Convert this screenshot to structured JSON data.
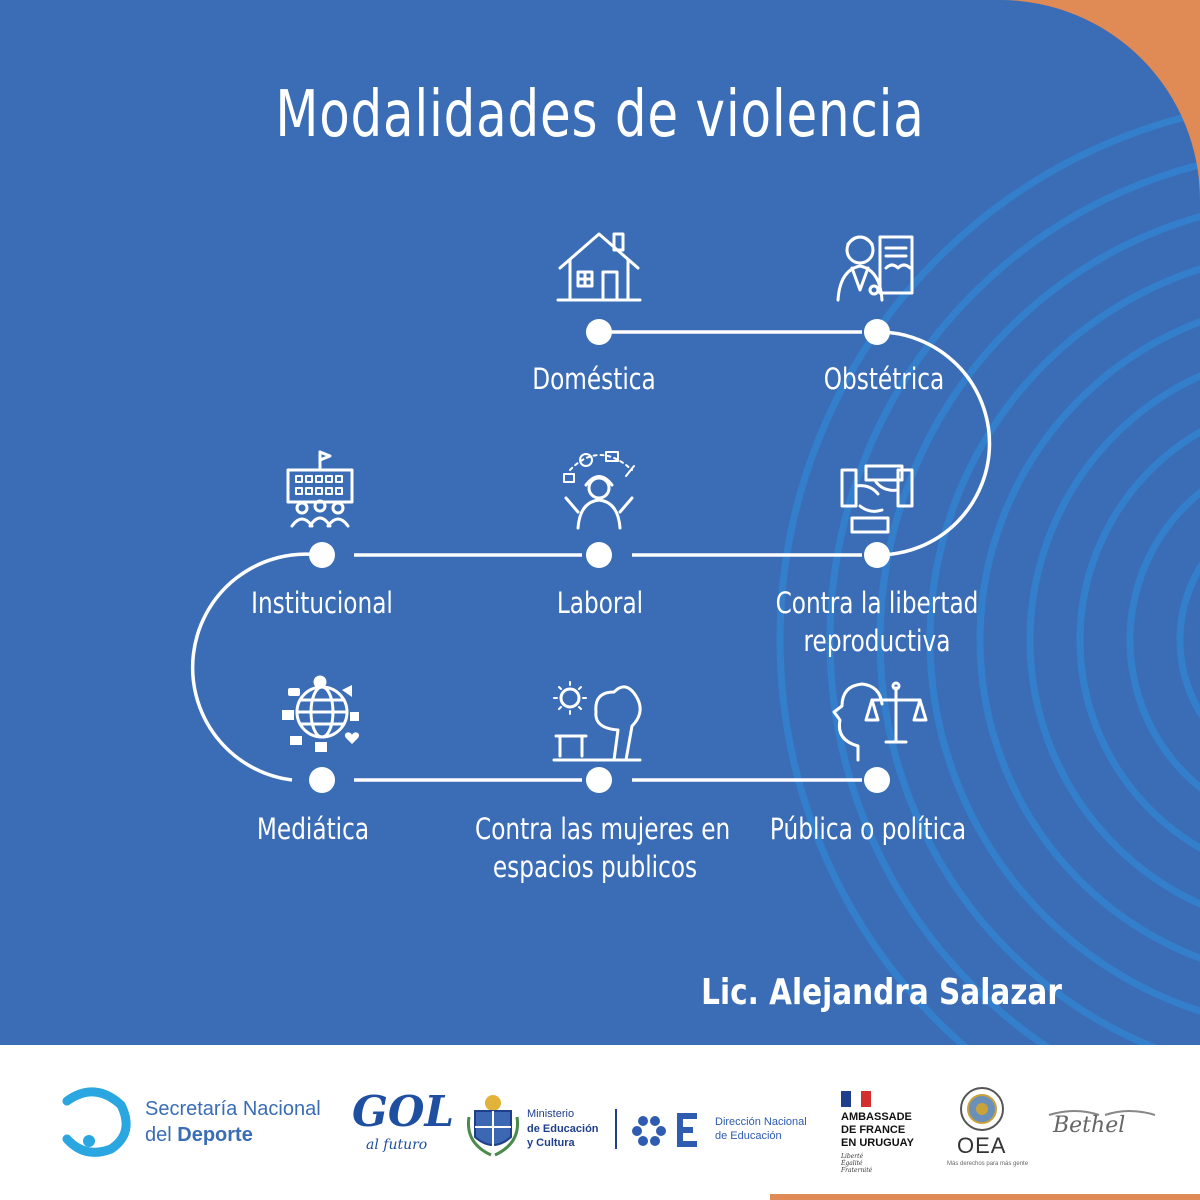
{
  "title": "Modalidades de violencia",
  "author": "Lic. Alejandra Salazar",
  "colors": {
    "panel": "#3a6db5",
    "accent": "#e08a55",
    "text": "#ffffff"
  },
  "modalities": [
    {
      "label": "Doméstica",
      "icon": "house-icon"
    },
    {
      "label": "Obstétrica",
      "icon": "doctor-icon"
    },
    {
      "label": "Institucional",
      "icon": "institution-building-icon"
    },
    {
      "label": "Laboral",
      "icon": "worker-multitasking-icon"
    },
    {
      "label": "Contra la libertad",
      "label2": "reproductiva",
      "icon": "joined-hands-icon"
    },
    {
      "label": "Mediática",
      "icon": "globe-media-icon"
    },
    {
      "label": "Contra las mujeres en",
      "label2": "espacios publicos",
      "icon": "park-icon"
    },
    {
      "label": "Pública o política",
      "icon": "head-scales-icon"
    }
  ],
  "footer": {
    "snd": {
      "line1": "Secretaría Nacional",
      "line2a": "del ",
      "line2b": "Deporte"
    },
    "gol": {
      "main": "GOL",
      "sub": "al futuro"
    },
    "mec": {
      "line1": "Ministerio",
      "line2": "de Educación",
      "line3": "y Cultura",
      "dne1": "Dirección Nacional",
      "dne2": "de Educación"
    },
    "france": {
      "line1": "AMBASSADE",
      "line2": "DE FRANCE",
      "line3": "EN URUGUAY",
      "motto1": "Liberté",
      "motto2": "Égalité",
      "motto3": "Fraternité"
    },
    "oea": {
      "name": "OEA",
      "tagline": "Más derechos para más gente"
    },
    "bethel": {
      "name": "Bethel"
    }
  }
}
